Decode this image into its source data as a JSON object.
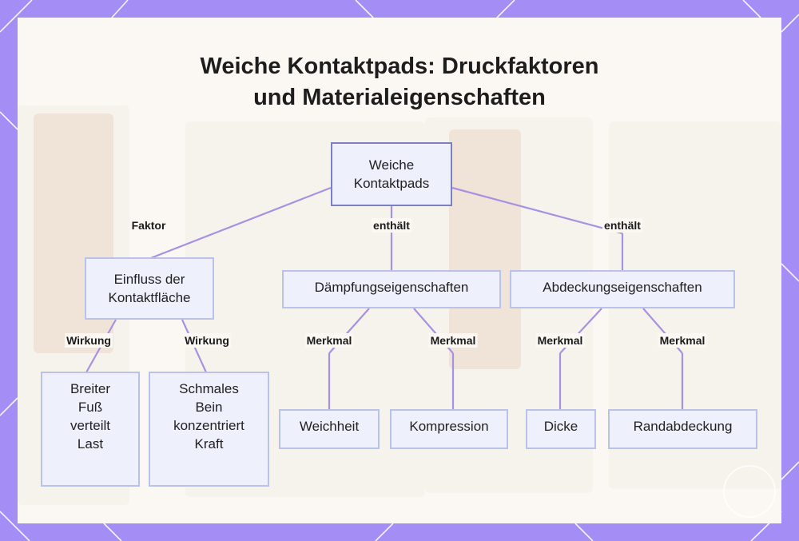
{
  "title": {
    "line1": "Weiche Kontaktpads: Druckfaktoren",
    "line2": "und Materialeigenschaften"
  },
  "nodes": {
    "root": {
      "line1": "Weiche",
      "line2": "Kontaktpads"
    },
    "einfluss": {
      "line1": "Einfluss der",
      "line2": "Kontaktfläche"
    },
    "daempfung": {
      "label": "Dämpfungseigenschaften"
    },
    "abdeckung": {
      "label": "Abdeckungseigenschaften"
    },
    "breiter": {
      "line1": "Breiter",
      "line2": "Fuß",
      "line3": "verteilt",
      "line4": "Last"
    },
    "schmales": {
      "line1": "Schmales",
      "line2": "Bein",
      "line3": "konzentriert",
      "line4": "Kraft"
    },
    "weichheit": {
      "label": "Weichheit"
    },
    "kompression": {
      "label": "Kompression"
    },
    "dicke": {
      "label": "Dicke"
    },
    "randabdeckung": {
      "label": "Randabdeckung"
    }
  },
  "edge_labels": {
    "faktor": "Faktor",
    "enthaelt_1": "enthält",
    "enthaelt_2": "enthält",
    "wirkung_1": "Wirkung",
    "wirkung_2": "Wirkung",
    "merkmal_1": "Merkmal",
    "merkmal_2": "Merkmal",
    "merkmal_3": "Merkmal",
    "merkmal_4": "Merkmal"
  },
  "colors": {
    "frame": "#a48ef5",
    "card": "#fbf8f4",
    "node_fill": "#eef0fb",
    "node_border": "#b9c3ea",
    "connector": "#a891e0"
  }
}
